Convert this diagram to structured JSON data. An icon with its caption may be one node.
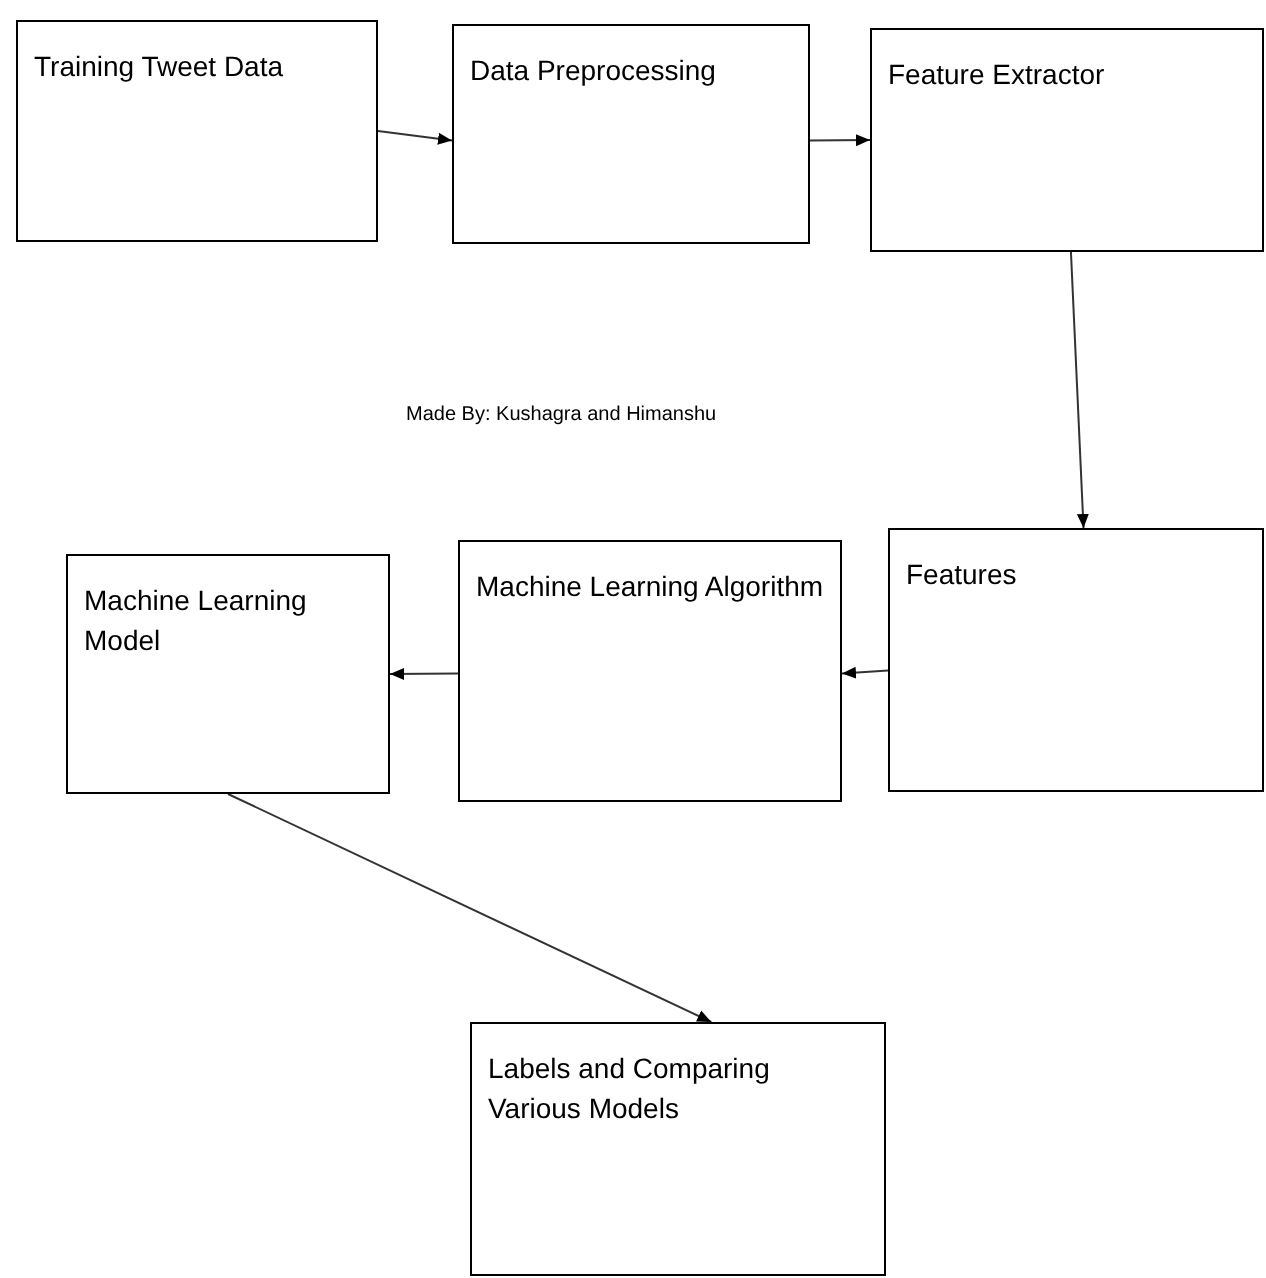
{
  "diagram": {
    "nodes": [
      {
        "text": [
          "Training Tweet Data"
        ]
      },
      {
        "text": [
          "Data Preprocessing"
        ]
      },
      {
        "text": [
          "Feature Extractor"
        ]
      },
      {
        "text": [
          "Features"
        ]
      },
      {
        "text": [
          "Machine Learning Algorithm"
        ]
      },
      {
        "text": [
          "Machine Learning Model"
        ]
      },
      {
        "text": [
          "Labels and Comparing Various Models"
        ]
      }
    ],
    "edges": [
      {
        "from": 0,
        "to": 1,
        "arrow": "to"
      },
      {
        "from": 1,
        "to": 2,
        "arrow": "to"
      },
      {
        "from": 2,
        "to": 3,
        "arrow": "to"
      },
      {
        "from": 3,
        "to": 4,
        "arrow": "to"
      },
      {
        "from": 4,
        "to": 5,
        "arrow": "to"
      },
      {
        "from": 5,
        "to": 6,
        "arrow": "to"
      }
    ],
    "labels": [
      "Made By: Kushagra and Himanshu"
    ]
  }
}
